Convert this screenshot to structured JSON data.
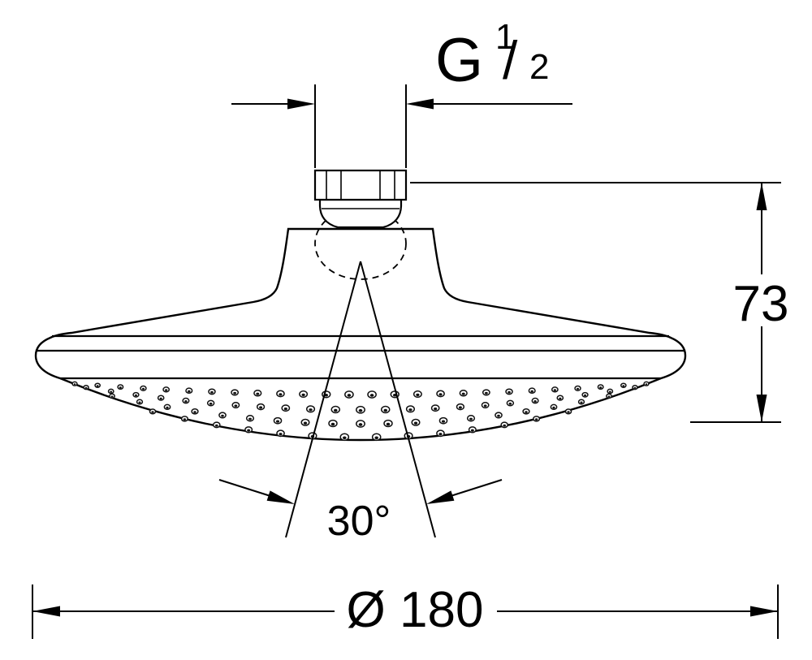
{
  "diagram": {
    "labels": {
      "thread": {
        "g": "G",
        "numerator": "1",
        "slash": "/",
        "denominator": "2"
      },
      "height": "73",
      "angle": "30°",
      "diameter": "Ø 180"
    },
    "colors": {
      "line": "#000000",
      "background": "#ffffff"
    }
  }
}
